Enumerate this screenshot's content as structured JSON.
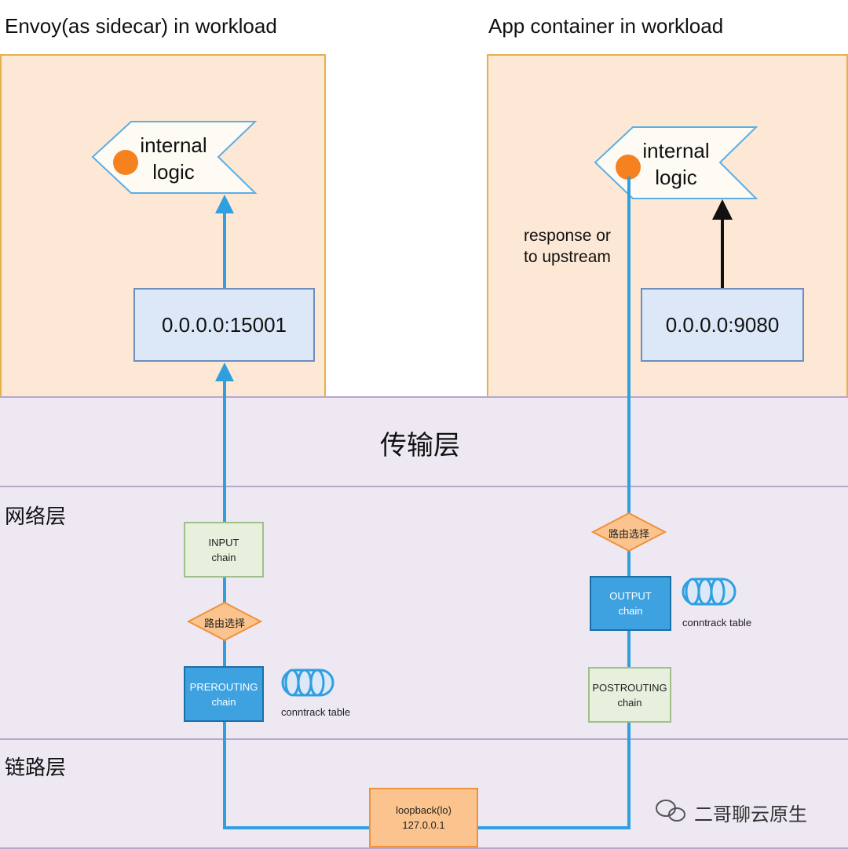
{
  "left_panel": {
    "title": "Envoy(as sidecar) in workload",
    "logic_line1": "internal",
    "logic_line2": "logic",
    "listener": "0.0.0.0:15001"
  },
  "right_panel": {
    "title": "App container in workload",
    "logic_line1": "internal",
    "logic_line2": "logic",
    "listener": "0.0.0.0:9080",
    "note_line1": "response or",
    "note_line2": "to upstream"
  },
  "layers": {
    "transport": "传输层",
    "network": "网络层",
    "link": "链路层"
  },
  "left_chains": {
    "input_line1": "INPUT",
    "input_line2": "chain",
    "route": "路由选择",
    "prerouting_line1": "PREROUTING",
    "prerouting_line2": "chain",
    "conntrack": "conntrack table"
  },
  "right_chains": {
    "route": "路由选择",
    "output_line1": "OUTPUT",
    "output_line2": "chain",
    "conntrack": "conntrack table",
    "postrouting_line1": "POSTROUTING",
    "postrouting_line2": "chain"
  },
  "loopback": {
    "line1": "loopback(lo)",
    "line2": "127.0.0.1"
  },
  "watermark": "二哥聊云原生",
  "colors": {
    "flow_line": "#2f9fe0",
    "panel_fill": "#fde8d6",
    "panel_border": "#e6b04a",
    "band_fill": "#eee8f2",
    "dot": "#f5821f"
  }
}
